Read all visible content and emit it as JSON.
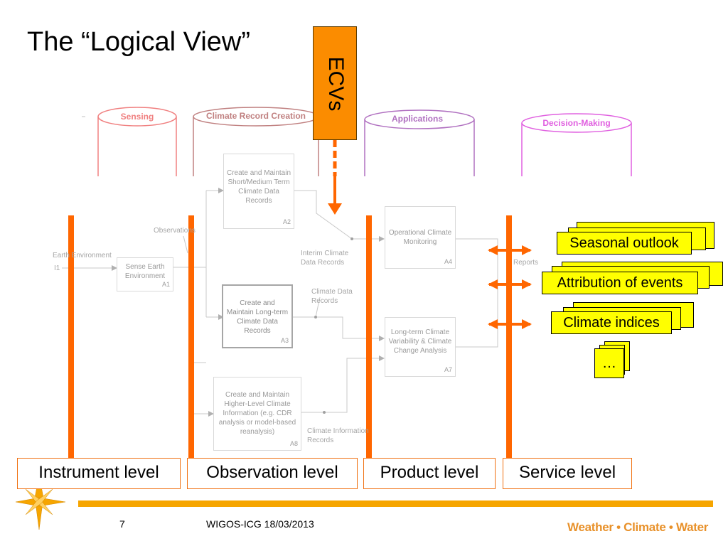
{
  "title": "The “Logical View”",
  "ecvs": "ECVs",
  "stages": {
    "sensing": "Sensing",
    "climate_record_creation": "Climate Record Creation",
    "applications": "Applications",
    "decision_making": "Decision-Making"
  },
  "processes": {
    "a1": {
      "text": "Sense Earth Environment",
      "id": "A1"
    },
    "a2": {
      "text": "Create and Maintain Short/Medium Term Climate Data Records",
      "id": "A2"
    },
    "a3": {
      "text": "Create and Maintain Long-term Climate Data Records",
      "id": "A3"
    },
    "a4": {
      "text": "Operational Climate Monitoring",
      "id": "A4"
    },
    "a7": {
      "text": "Long-term Climate Variability & Climate Change Analysis",
      "id": "A7"
    },
    "a8": {
      "text": "Create and Maintain Higher-Level Climate Information (e.g. CDR analysis or model-based reanalysis)",
      "id": "A8"
    }
  },
  "flow_labels": {
    "earth_environment": "Earth Environment",
    "i1": "I1",
    "observations": "Observations",
    "interim": "Interim Climate Data Records",
    "climate_data_records": "Climate Data Records",
    "climate_information": "Climate Information Records",
    "reports": "Reports"
  },
  "levels": {
    "instrument": "Instrument level",
    "observation": "Observation level",
    "product": "Product level",
    "service": "Service level"
  },
  "services": {
    "seasonal": "Seasonal outlook",
    "attribution": "Attribution of events",
    "indices": "Climate indices",
    "more": "…"
  },
  "footer": {
    "page": "7",
    "event": "WIGOS-ICG 18/03/2013",
    "brand": "Weather • Climate • Water"
  },
  "colors": {
    "orange": "#ff6600",
    "ecv_box": "#fb8c00",
    "sensing": "#f08080",
    "climate_record": "#c08080",
    "applications": "#b070c0",
    "decision": "#e060e0",
    "service_yellow": "#ffff00",
    "brand": "#e8912a"
  }
}
